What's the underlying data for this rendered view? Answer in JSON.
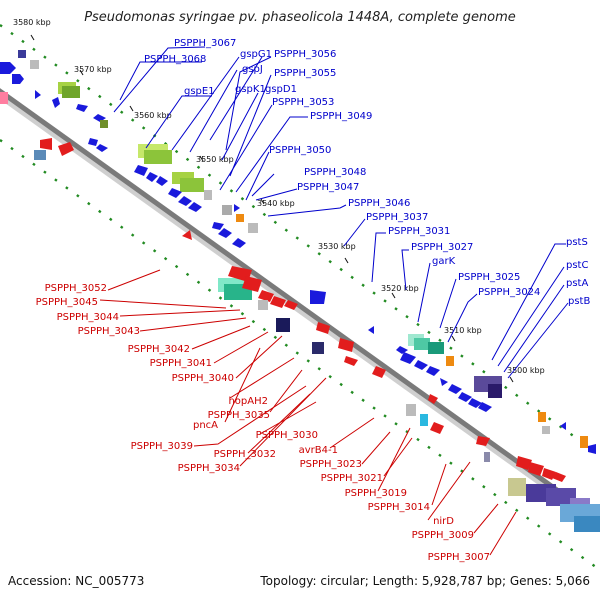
{
  "title": "Pseudomonas syringae pv. phaseolicola 1448A, complete genome",
  "footer": {
    "accession": "Accession: NC_005773",
    "stats": "Topology: circular; Length: 5,928,787 bp; Genes: 5,066"
  },
  "ticks": [
    "3580 kbp",
    "3570 kbp",
    "3560 kbp",
    "3550 kbp",
    "3540 kbp",
    "3530 kbp",
    "3520 kbp",
    "3510 kbp",
    "3500 kbp"
  ],
  "forward_labels": [
    "PSPPH_3067",
    "PSPPH_3068",
    "gspE1",
    "gspG1",
    "gspJ",
    "gspK1",
    "gspD1",
    "PSPPH_3056",
    "PSPPH_3055",
    "PSPPH_3053",
    "PSPPH_3049",
    "PSPPH_3050",
    "PSPPH_3048",
    "PSPPH_3047",
    "PSPPH_3046",
    "PSPPH_3037",
    "PSPPH_3031",
    "PSPPH_3027",
    "garK",
    "PSPPH_3025",
    "PSPPH_3024",
    "pstS",
    "pstC",
    "pstA",
    "pstB"
  ],
  "reverse_labels": [
    "PSPPH_3052",
    "PSPPH_3045",
    "PSPPH_3044",
    "PSPPH_3043",
    "PSPPH_3042",
    "PSPPH_3041",
    "PSPPH_3040",
    "hopAH2",
    "PSPPH_3035",
    "pncA",
    "PSPPH_3039",
    "PSPPH_3032",
    "PSPPH_3034",
    "PSPPH_3030",
    "avrB4-1",
    "PSPPH_3023",
    "PSPPH_3021",
    "PSPPH_3019",
    "PSPPH_3014",
    "nirD",
    "PSPPH_3009",
    "PSPPH_3007"
  ],
  "colors": {
    "forward": "#0000cc",
    "reverse": "#cc0000",
    "backbone": "#7a7a7a",
    "dots": "#228b22"
  }
}
